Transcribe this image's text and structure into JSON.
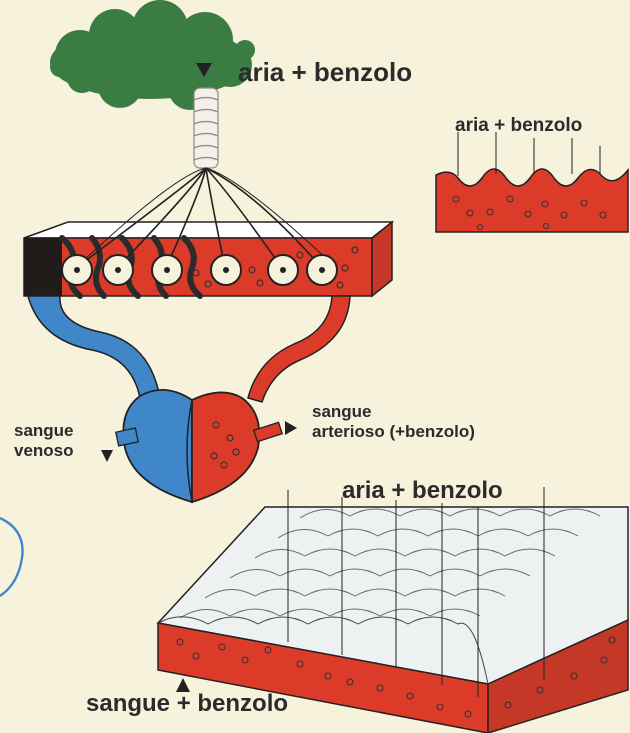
{
  "labels": {
    "air_benzene_top": "aria + benzolo",
    "air_benzene_right": "aria + benzolo",
    "venous_blood": "sangue\nvenoso",
    "arterial_blood": "sangue\narterioso (+benzolo)",
    "air_benzene_bottom": "aria + benzolo",
    "blood_benzene": "sangue + benzolo"
  },
  "colors": {
    "background": "#f7f2dc",
    "lung_tree_green": "#2f7a3b",
    "arterial_red": "#dd3b2a",
    "venous_blue": "#3f87c9",
    "outline": "#222222",
    "text": "#2b2b2b"
  }
}
